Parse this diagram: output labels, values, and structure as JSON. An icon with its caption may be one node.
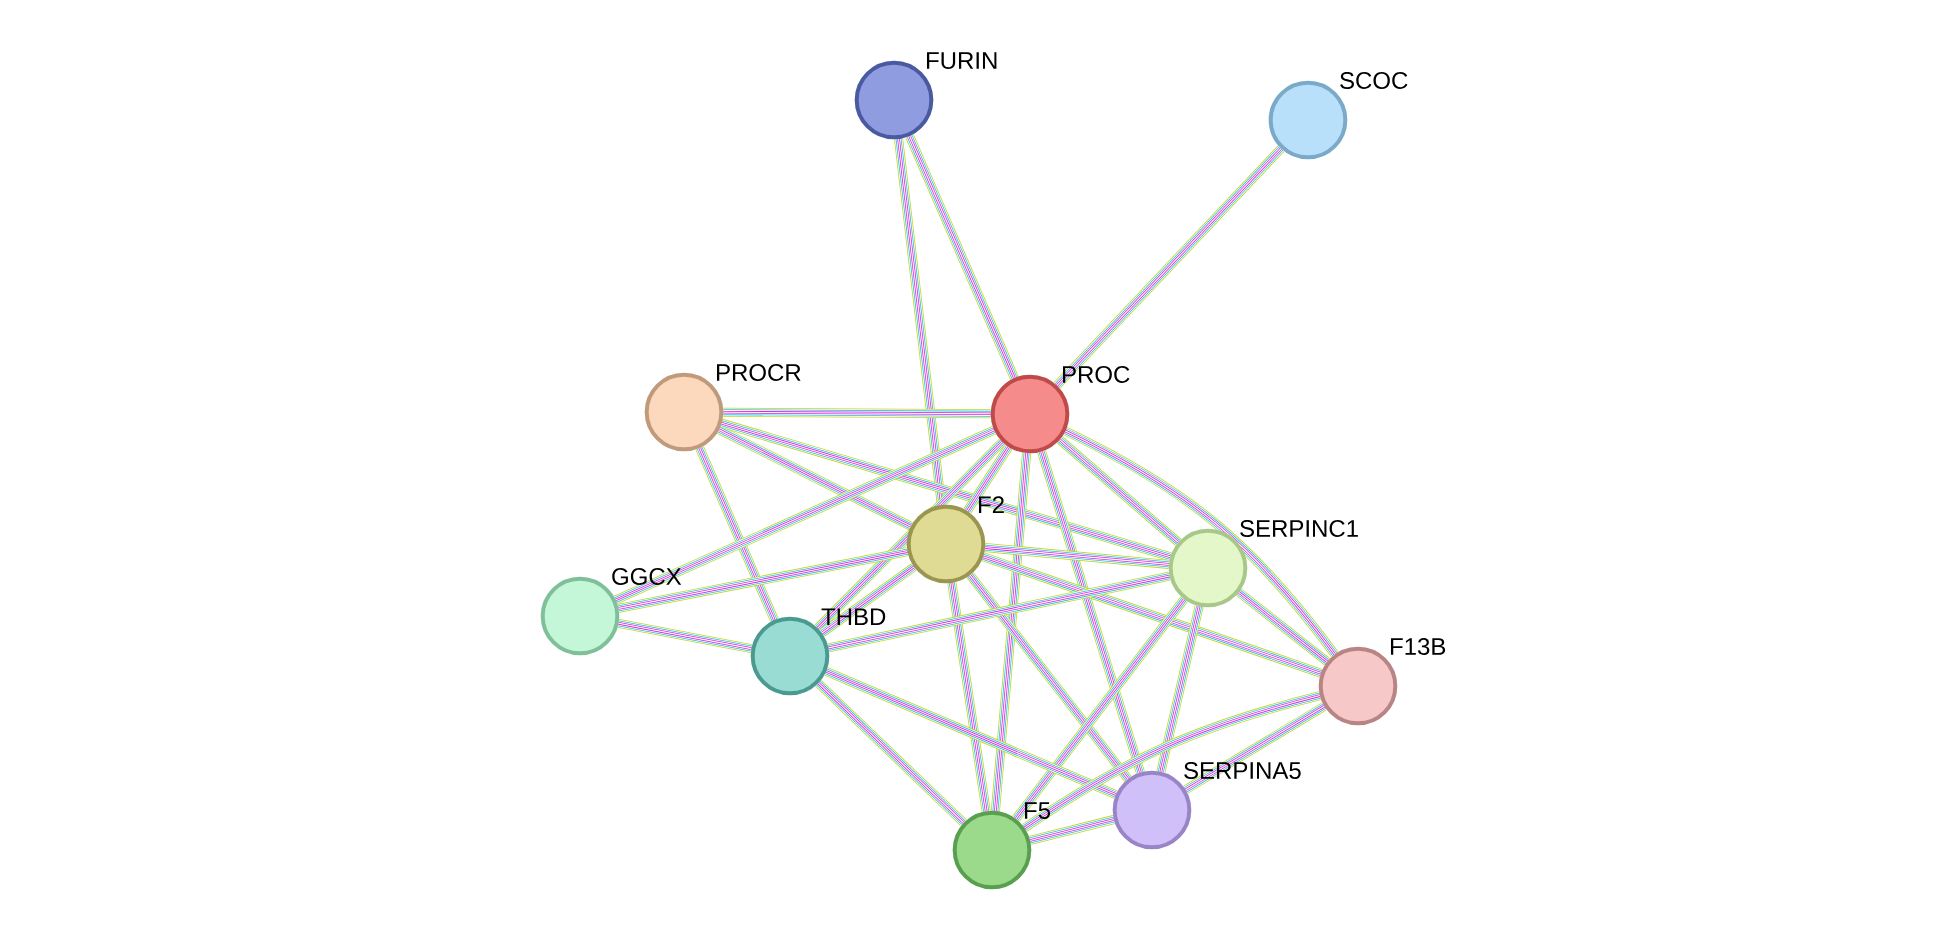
{
  "diagram": {
    "nodes": [
      {
        "text": [
          "FURIN"
        ]
      },
      {
        "text": [
          "SCOC"
        ]
      },
      {
        "text": [
          "PROCR"
        ]
      },
      {
        "text": [
          "PROC"
        ]
      },
      {
        "text": [
          "F2"
        ]
      },
      {
        "text": [
          "SERPINC1"
        ]
      },
      {
        "text": [
          "GGCX"
        ]
      },
      {
        "text": [
          "THBD"
        ]
      },
      {
        "text": [
          "F13B"
        ]
      },
      {
        "text": [
          "SERPINA5"
        ]
      },
      {
        "text": [
          "F5"
        ]
      }
    ],
    "edges": [
      {
        "from": 0,
        "to": 3,
        "arrow": "none"
      },
      {
        "from": 0,
        "to": 4,
        "arrow": "none"
      },
      {
        "from": 1,
        "to": 3,
        "arrow": "none"
      },
      {
        "from": 2,
        "to": 3,
        "arrow": "none"
      },
      {
        "from": 2,
        "to": 4,
        "arrow": "none"
      },
      {
        "from": 2,
        "to": 5,
        "arrow": "none"
      },
      {
        "from": 2,
        "to": 7,
        "arrow": "none"
      },
      {
        "from": 3,
        "to": 4,
        "arrow": "none"
      },
      {
        "from": 3,
        "to": 5,
        "arrow": "none"
      },
      {
        "from": 3,
        "to": 6,
        "arrow": "none"
      },
      {
        "from": 3,
        "to": 7,
        "arrow": "none"
      },
      {
        "from": 3,
        "to": 8,
        "arrow": "none"
      },
      {
        "from": 3,
        "to": 9,
        "arrow": "none"
      },
      {
        "from": 3,
        "to": 10,
        "arrow": "none"
      },
      {
        "from": 4,
        "to": 6,
        "arrow": "none"
      },
      {
        "from": 4,
        "to": 7,
        "arrow": "none"
      },
      {
        "from": 4,
        "to": 5,
        "arrow": "none"
      },
      {
        "from": 4,
        "to": 8,
        "arrow": "none"
      },
      {
        "from": 4,
        "to": 9,
        "arrow": "none"
      },
      {
        "from": 4,
        "to": 10,
        "arrow": "none"
      },
      {
        "from": 5,
        "to": 8,
        "arrow": "none"
      },
      {
        "from": 5,
        "to": 9,
        "arrow": "none"
      },
      {
        "from": 5,
        "to": 10,
        "arrow": "none"
      },
      {
        "from": 7,
        "to": 5,
        "arrow": "none"
      },
      {
        "from": 6,
        "to": 7,
        "arrow": "none"
      },
      {
        "from": 7,
        "to": 10,
        "arrow": "none"
      },
      {
        "from": 7,
        "to": 9,
        "arrow": "none"
      },
      {
        "from": 8,
        "to": 9,
        "arrow": "none"
      },
      {
        "from": 8,
        "to": 10,
        "arrow": "none"
      },
      {
        "from": 9,
        "to": 10,
        "arrow": "none"
      }
    ]
  }
}
